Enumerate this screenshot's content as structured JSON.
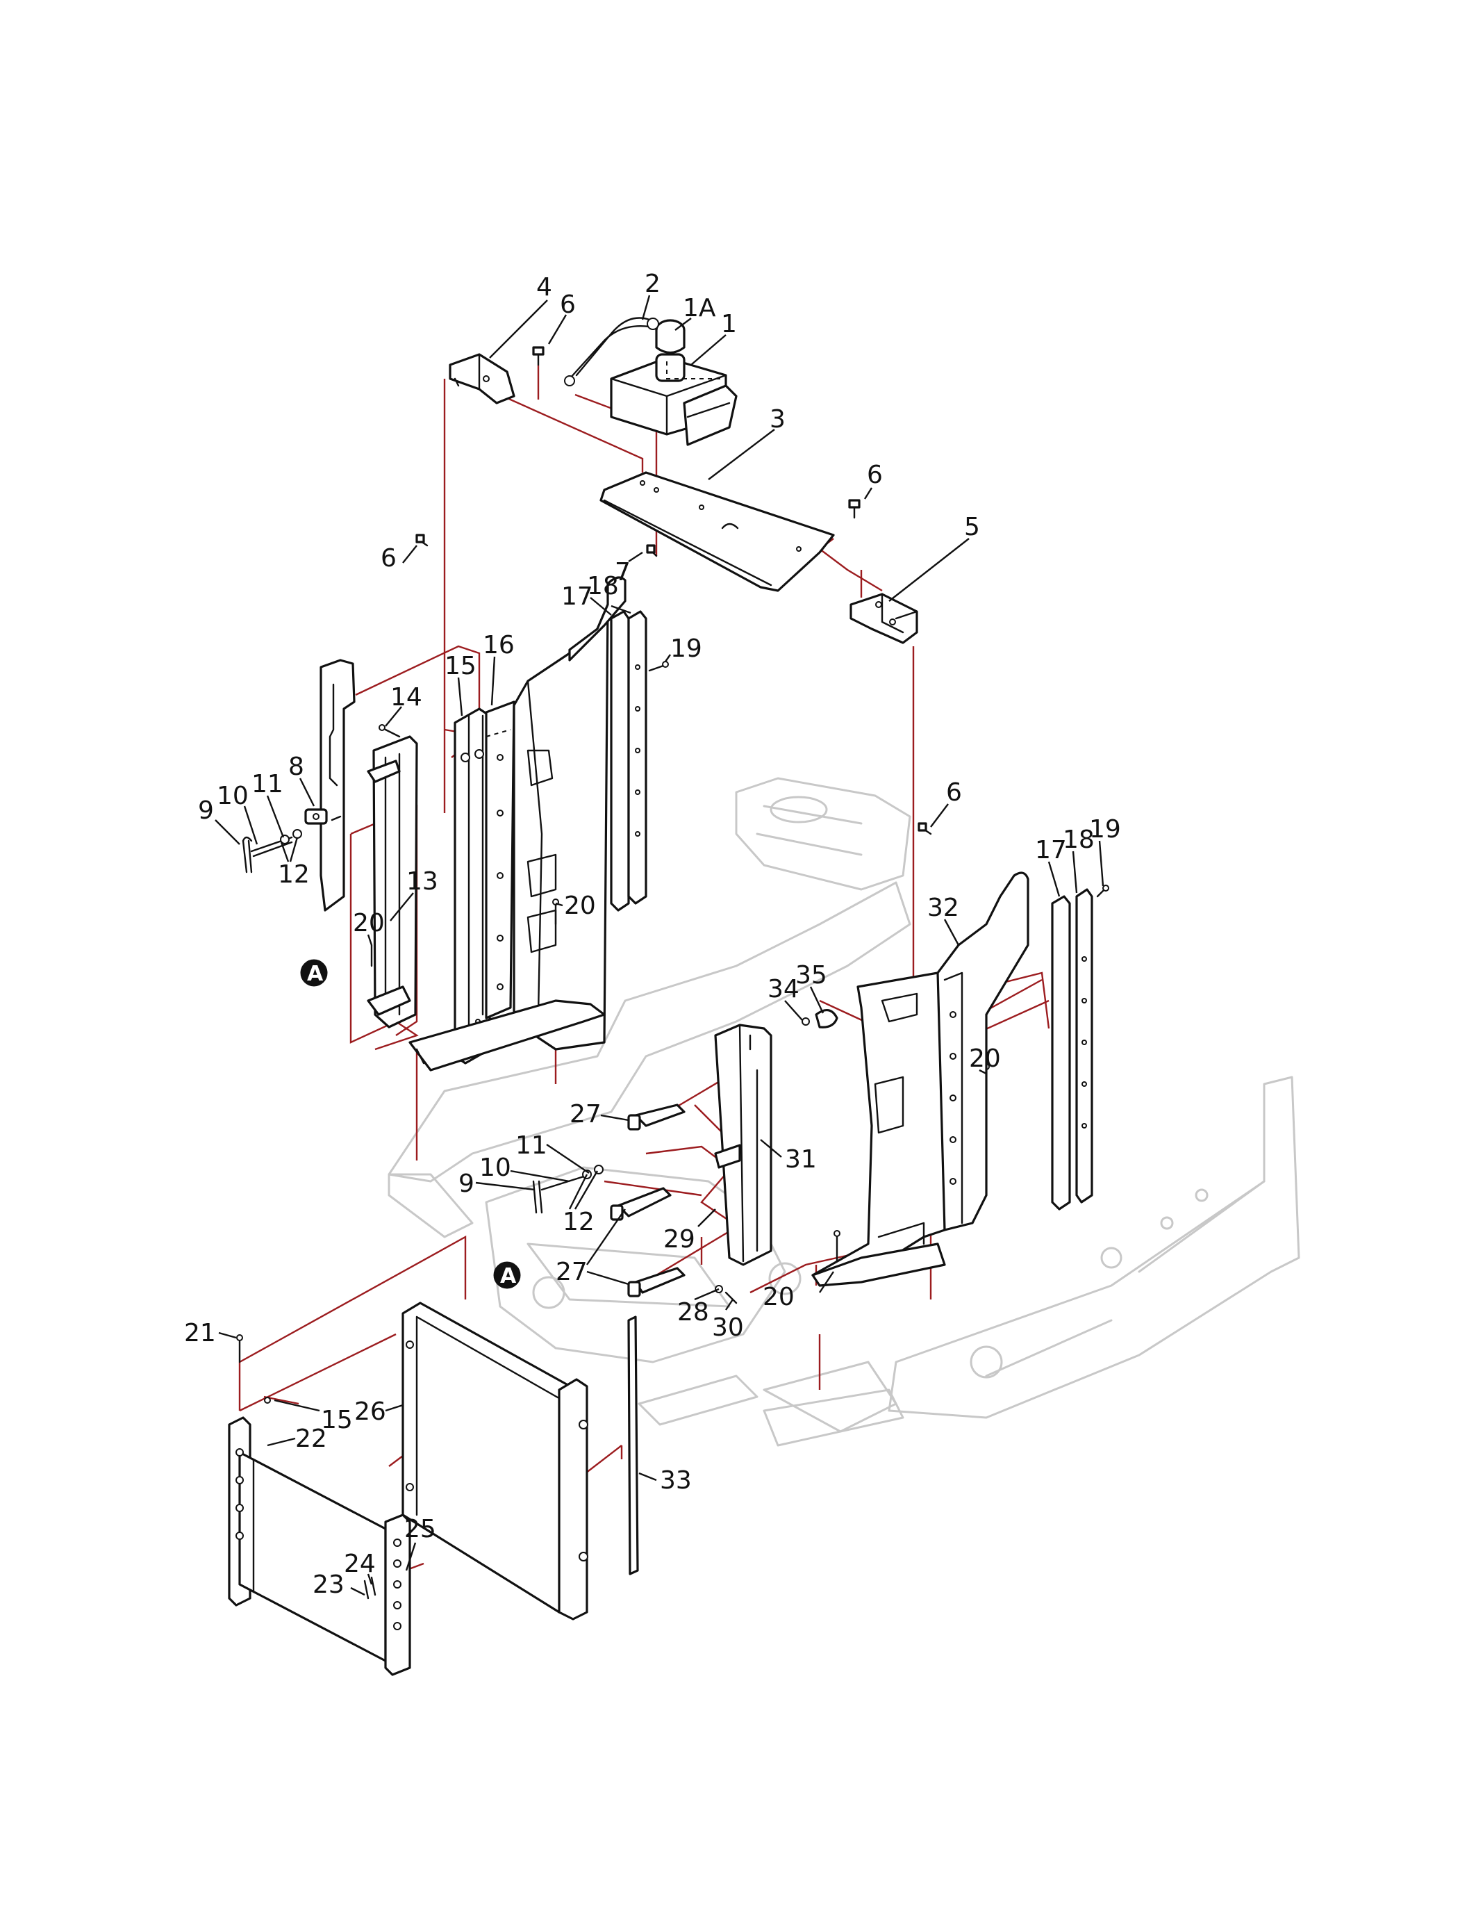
{
  "diagram": {
    "callouts": [
      {
        "id": "c-4",
        "text": "4"
      },
      {
        "id": "c-6a",
        "text": "6"
      },
      {
        "id": "c-2",
        "text": "2"
      },
      {
        "id": "c-1a",
        "text": "1A"
      },
      {
        "id": "c-1",
        "text": "1"
      },
      {
        "id": "c-3",
        "text": "3"
      },
      {
        "id": "c-6b",
        "text": "6"
      },
      {
        "id": "c-5",
        "text": "5"
      },
      {
        "id": "c-6c",
        "text": "6"
      },
      {
        "id": "c-7",
        "text": "7"
      },
      {
        "id": "c-17a",
        "text": "17"
      },
      {
        "id": "c-18a",
        "text": "18"
      },
      {
        "id": "c-19a",
        "text": "19"
      },
      {
        "id": "c-15a",
        "text": "15"
      },
      {
        "id": "c-16",
        "text": "16"
      },
      {
        "id": "c-14",
        "text": "14"
      },
      {
        "id": "c-8",
        "text": "8"
      },
      {
        "id": "c-11a",
        "text": "11"
      },
      {
        "id": "c-10a",
        "text": "10"
      },
      {
        "id": "c-9a",
        "text": "9"
      },
      {
        "id": "c-12a",
        "text": "12"
      },
      {
        "id": "c-13",
        "text": "13"
      },
      {
        "id": "c-20a",
        "text": "20"
      },
      {
        "id": "c-20b",
        "text": "20"
      },
      {
        "id": "c-6d",
        "text": "6"
      },
      {
        "id": "c-17b",
        "text": "17"
      },
      {
        "id": "c-18b",
        "text": "18"
      },
      {
        "id": "c-19b",
        "text": "19"
      },
      {
        "id": "c-32",
        "text": "32"
      },
      {
        "id": "c-34",
        "text": "34"
      },
      {
        "id": "c-35",
        "text": "35"
      },
      {
        "id": "c-20c",
        "text": "20"
      },
      {
        "id": "c-27a",
        "text": "27"
      },
      {
        "id": "c-31",
        "text": "31"
      },
      {
        "id": "c-11b",
        "text": "11"
      },
      {
        "id": "c-10b",
        "text": "10"
      },
      {
        "id": "c-9b",
        "text": "9"
      },
      {
        "id": "c-12b",
        "text": "12"
      },
      {
        "id": "c-29",
        "text": "29"
      },
      {
        "id": "c-27b",
        "text": "27"
      },
      {
        "id": "c-20d",
        "text": "20"
      },
      {
        "id": "c-28",
        "text": "28"
      },
      {
        "id": "c-30",
        "text": "30"
      },
      {
        "id": "c-21",
        "text": "21"
      },
      {
        "id": "c-15b",
        "text": "15"
      },
      {
        "id": "c-26",
        "text": "26"
      },
      {
        "id": "c-22",
        "text": "22"
      },
      {
        "id": "c-33",
        "text": "33"
      },
      {
        "id": "c-25",
        "text": "25"
      },
      {
        "id": "c-24",
        "text": "24"
      },
      {
        "id": "c-23",
        "text": "23"
      }
    ],
    "detail_markers": [
      {
        "id": "m-a1",
        "text": "A"
      },
      {
        "id": "m-a2",
        "text": "A"
      }
    ],
    "colors": {
      "connector": "#9c1c1f",
      "part_outline": "#111111",
      "background_frame": "#c8c8c8"
    }
  }
}
